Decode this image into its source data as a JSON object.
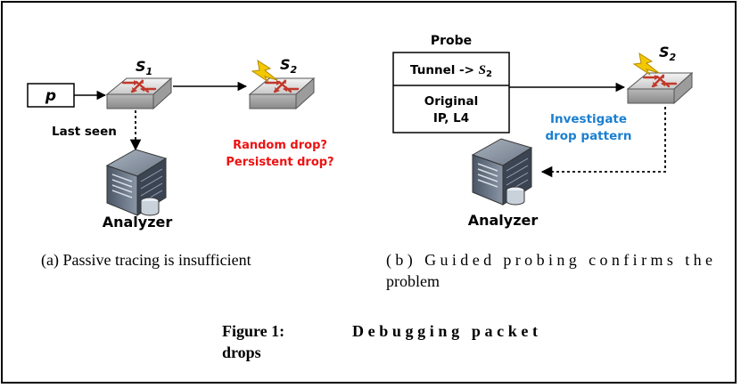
{
  "panel_a": {
    "packet_label": "p",
    "switch1_label": "S",
    "switch1_sub": "1",
    "switch2_label": "S",
    "switch2_sub": "2",
    "last_seen_label": "Last seen",
    "question_line1": "Random drop?",
    "question_line2": "Persistent drop?",
    "analyzer_label": "Analyzer",
    "caption": "(a) Passive tracing is insufficient"
  },
  "panel_b": {
    "probe_title": "Probe",
    "probe_row1_text": "Tunnel -> ",
    "probe_row1_var": "S",
    "probe_row1_sub": "2",
    "probe_row2_line1": "Original",
    "probe_row2_line2": "IP, L4",
    "switch2_label": "S",
    "switch2_sub": "2",
    "investigate_line1": "Investigate",
    "investigate_line2": "drop pattern",
    "analyzer_label": "Analyzer",
    "caption_line1": "(b) Guided probing confirms the",
    "caption_line2": "problem"
  },
  "figure_caption": {
    "label": "Figure 1:",
    "title_line1": "Debugging packet",
    "title_line2": "drops"
  },
  "colors": {
    "question": "#ee1111",
    "investigate": "#1a7fd0",
    "bolt": "#f3c800",
    "switch_arrows": "#c0392b"
  },
  "icons": [
    "switch-icon",
    "lightning-icon",
    "server-icon"
  ]
}
